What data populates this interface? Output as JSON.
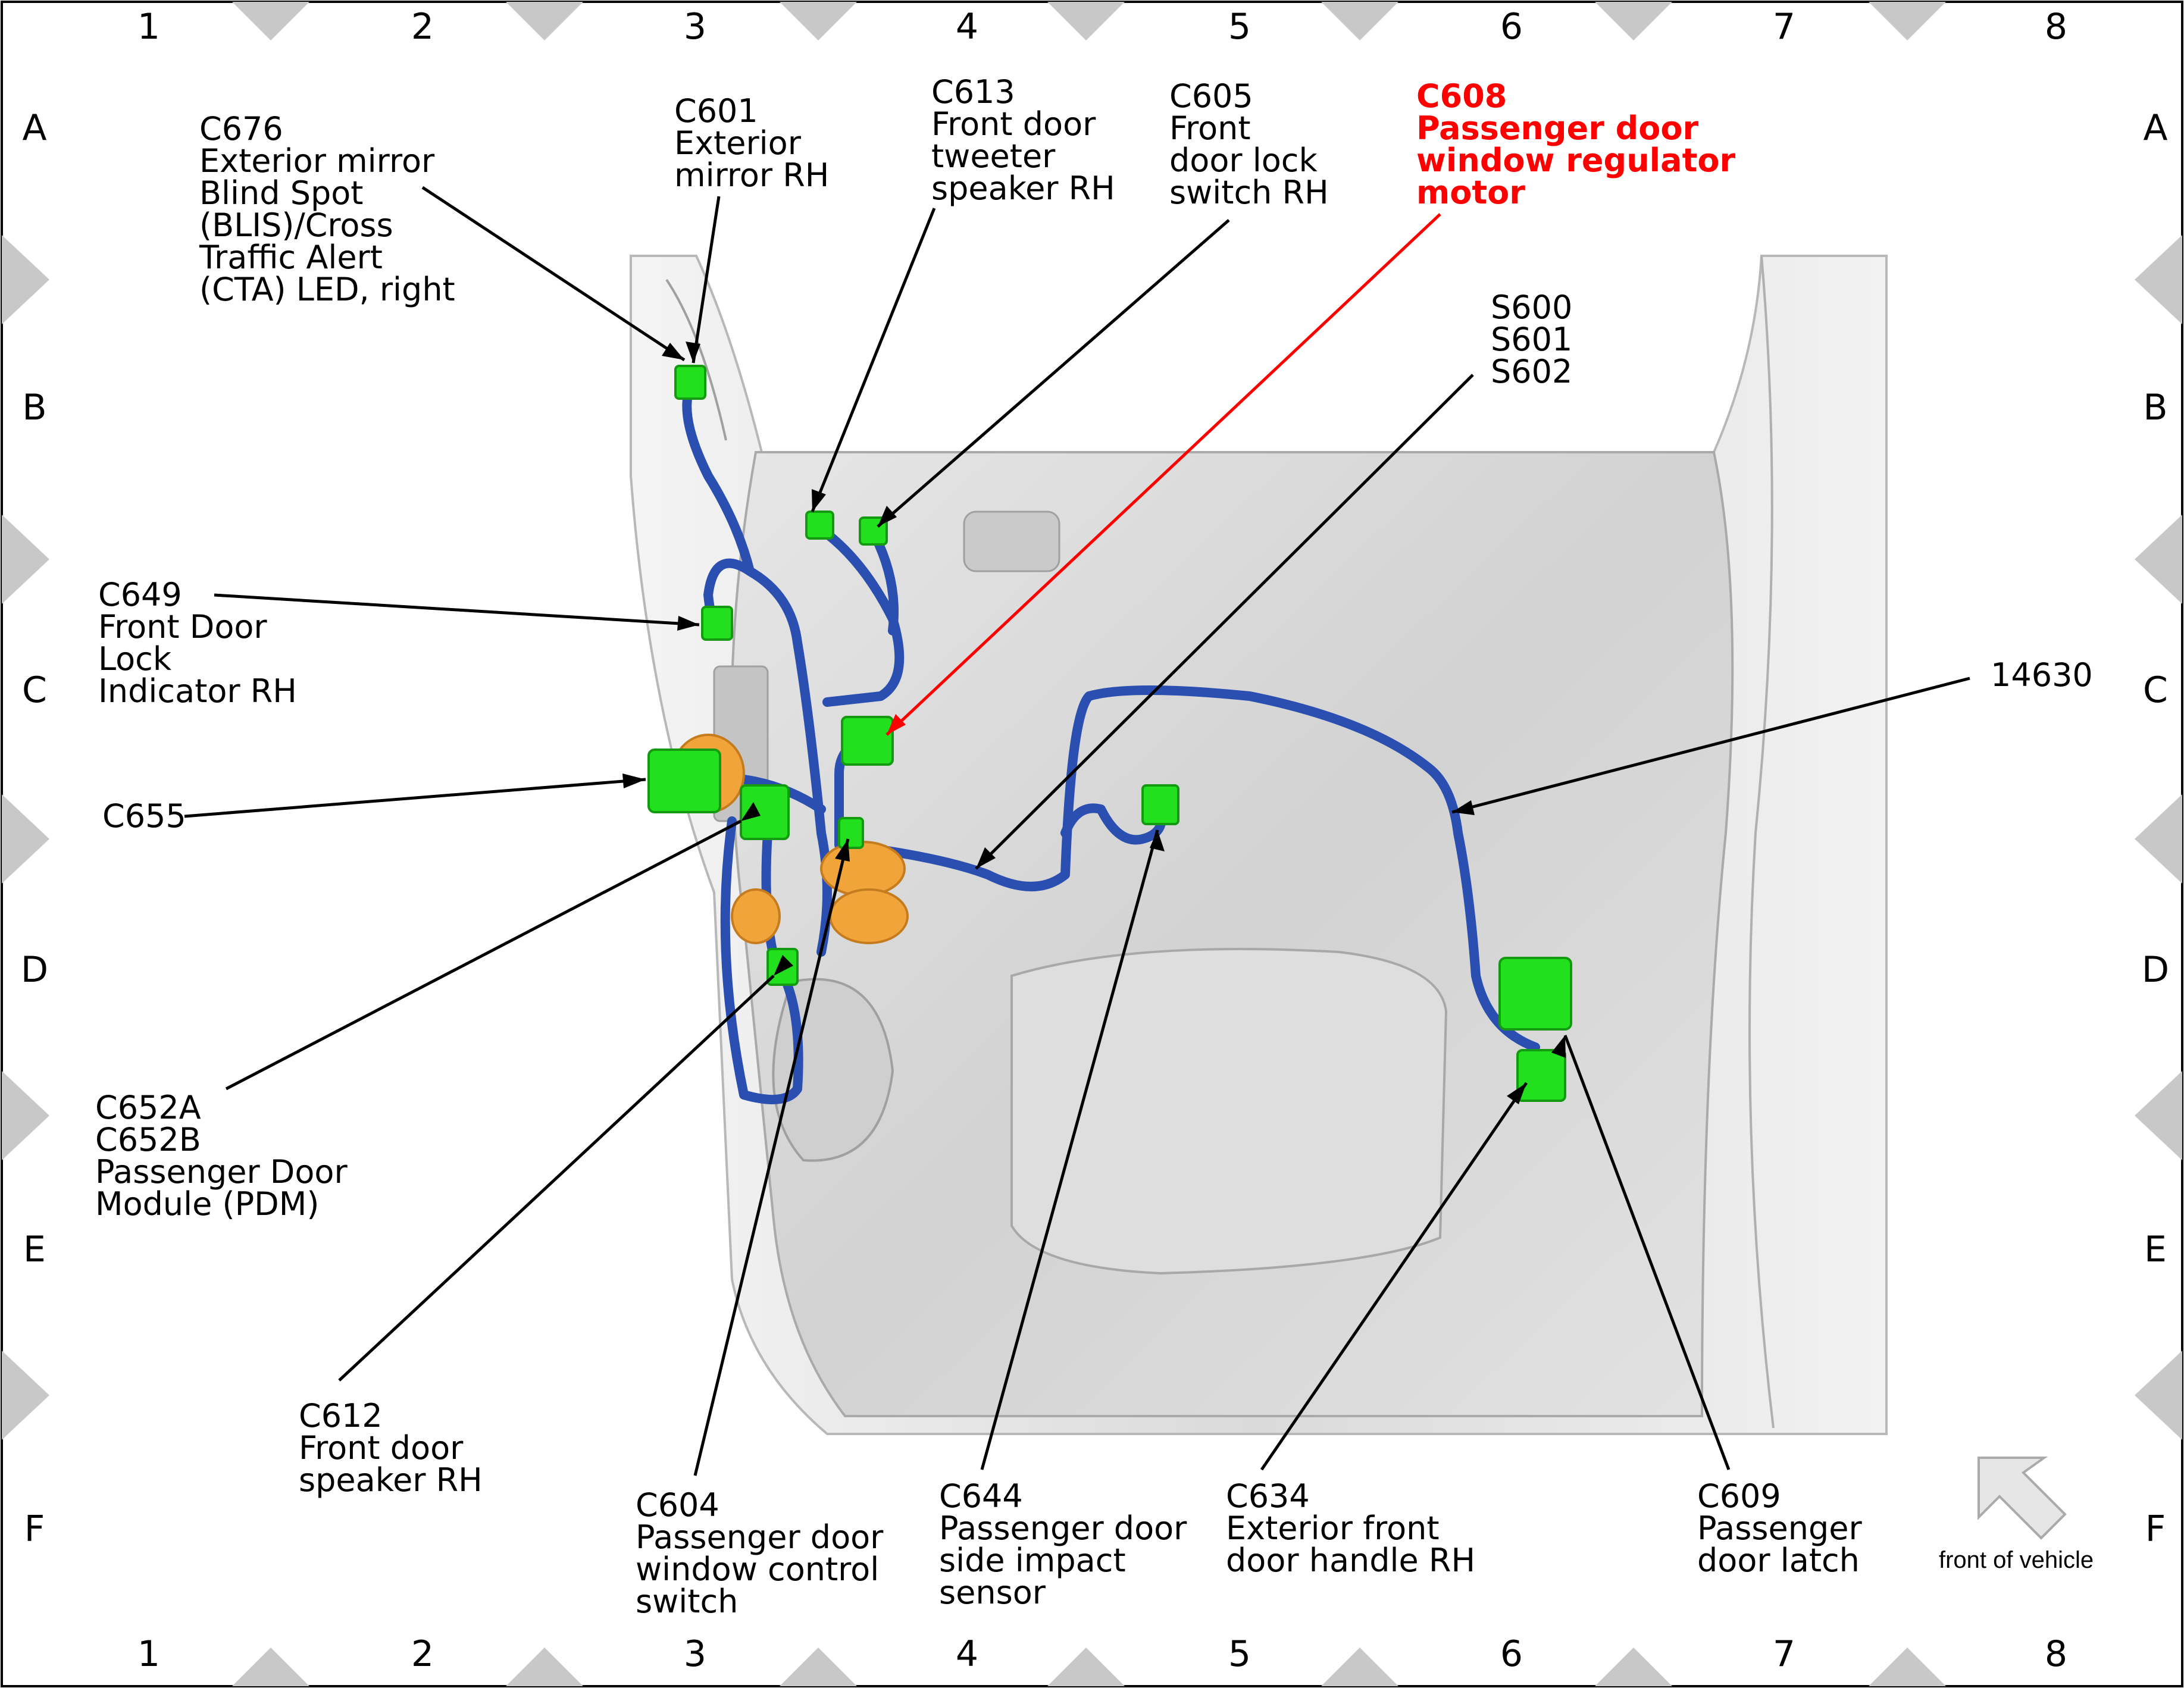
{
  "grid": {
    "columns": [
      "1",
      "2",
      "3",
      "4",
      "5",
      "6",
      "7",
      "8"
    ],
    "rows": [
      "A",
      "B",
      "C",
      "D",
      "E",
      "F"
    ]
  },
  "labels": {
    "c676": [
      "C676",
      "Exterior mirror",
      "Blind Spot",
      "(BLIS)/Cross",
      "Traffic Alert",
      "(CTA) LED, right"
    ],
    "c601": [
      "C601",
      "Exterior",
      "mirror RH"
    ],
    "c613": [
      "C613",
      "Front door",
      "tweeter",
      "speaker RH"
    ],
    "c605": [
      "C605",
      "Front",
      "door lock",
      "switch RH"
    ],
    "c608": [
      "C608",
      "Passenger door",
      "window regulator",
      "motor"
    ],
    "s600": [
      "S600",
      "S601",
      "S602"
    ],
    "c649": [
      "C649",
      "Front Door",
      "Lock",
      "Indicator RH"
    ],
    "c655": [
      "C655"
    ],
    "h14630": [
      "14630"
    ],
    "c652": [
      "C652A",
      "C652B",
      "Passenger Door",
      "Module (PDM)"
    ],
    "c612": [
      "C612",
      "Front door",
      "speaker RH"
    ],
    "c604": [
      "C604",
      "Passenger door",
      "window control",
      "switch"
    ],
    "c644": [
      "C644",
      "Passenger door",
      "side impact",
      "sensor"
    ],
    "c634": [
      "C634",
      "Exterior front",
      "door handle RH"
    ],
    "c609": [
      "C609",
      "Passenger",
      "door latch"
    ]
  },
  "orientation_note": "front of vehicle",
  "colors": {
    "harness": "#2a4fb0",
    "connector": "#22e01e",
    "orange_part": "#f0a43a",
    "door_panel": "#d6d6d6",
    "highlight": "#ff0000",
    "border_marker": "#c8c8c8"
  }
}
